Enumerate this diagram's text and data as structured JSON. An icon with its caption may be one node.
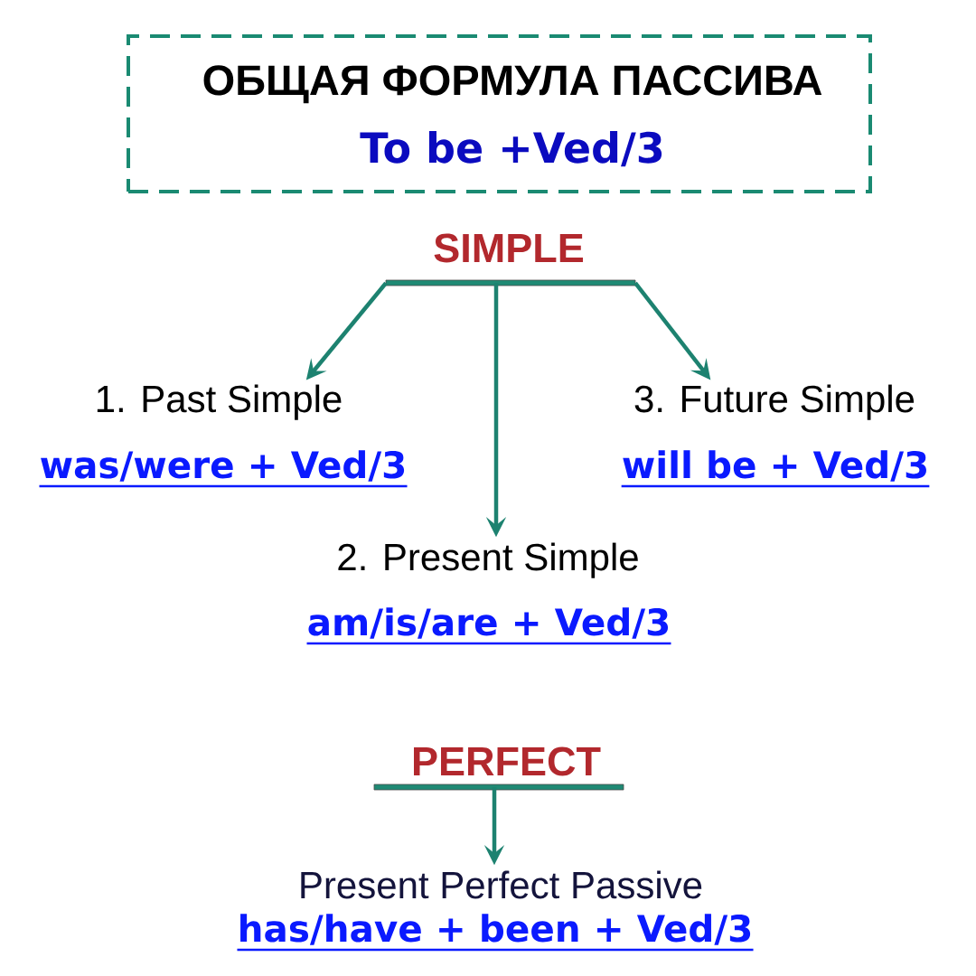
{
  "diagram": {
    "nodes": [
      {
        "text": [
          "ОБЩАЯ ФОРМУЛА ПАССИВА",
          "To be +Ved/3"
        ]
      },
      {
        "text": [
          "SIMPLE"
        ]
      },
      {
        "text": [
          "1. Past Simple",
          "was/were + Ved/3"
        ]
      },
      {
        "text": [
          "3. Future Simple",
          "will be + Ved/3"
        ]
      },
      {
        "text": [
          "2. Present Simple",
          "am/is/are + Ved/3"
        ]
      },
      {
        "text": [
          "PERFECT"
        ]
      },
      {
        "text": [
          "Present Perfect Passive",
          "has/have + been + Ved/3"
        ]
      }
    ],
    "edges": [
      {
        "from": 1,
        "to": 2,
        "arrow": "to"
      },
      {
        "from": 1,
        "to": 4,
        "arrow": "to"
      },
      {
        "from": 1,
        "to": 3,
        "arrow": "to"
      },
      {
        "from": 5,
        "to": 6,
        "arrow": "to"
      }
    ]
  }
}
